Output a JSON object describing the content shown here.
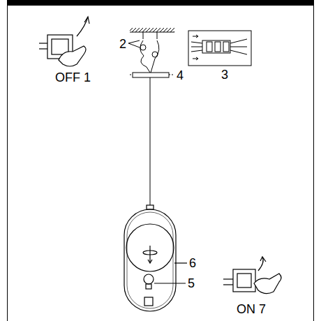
{
  "diagram": {
    "labels": [
      "OFF 1",
      "2",
      "3",
      "4",
      "6",
      "5",
      "ON 7"
    ]
  }
}
